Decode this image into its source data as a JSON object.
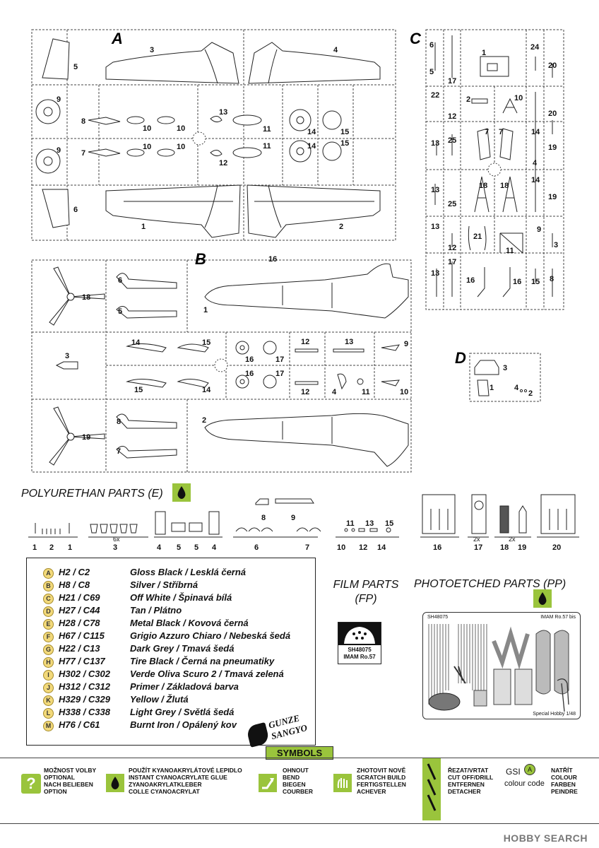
{
  "sprues": {
    "A": {
      "letter": "A",
      "labels": [
        "3",
        "4",
        "5",
        "9",
        "9",
        "8",
        "10",
        "10",
        "13",
        "11",
        "14",
        "15",
        "7",
        "10",
        "10",
        "12",
        "11",
        "14",
        "15",
        "6",
        "1",
        "2"
      ]
    },
    "B": {
      "letter": "B",
      "labels": [
        "16",
        "18",
        "6",
        "5",
        "1",
        "3",
        "14",
        "15",
        "16",
        "17",
        "12",
        "13",
        "9",
        "15",
        "14",
        "16",
        "17",
        "12",
        "4",
        "11",
        "10",
        "19",
        "8",
        "7",
        "2"
      ]
    },
    "C": {
      "letter": "C",
      "labels": [
        "6",
        "5",
        "1",
        "24",
        "20",
        "17",
        "22",
        "2",
        "10",
        "12",
        "20",
        "13",
        "25",
        "7",
        "7",
        "14",
        "19",
        "4",
        "13",
        "25",
        "18",
        "18",
        "14",
        "19",
        "13",
        "12",
        "21",
        "11",
        "9",
        "3",
        "13",
        "17",
        "16",
        "16",
        "15",
        "8"
      ]
    },
    "D": {
      "letter": "D",
      "labels": [
        "3",
        "1",
        "4",
        "2"
      ]
    }
  },
  "polyurethane": {
    "title": "POLYURETHAN PARTS (E)",
    "part_labels": [
      "1",
      "2",
      "1",
      "3",
      "4",
      "5",
      "5",
      "4",
      "6",
      "7",
      "8",
      "9",
      "10",
      "12",
      "14",
      "11",
      "13",
      "15",
      "16",
      "17",
      "18",
      "19",
      "20"
    ],
    "multipliers": [
      "6x",
      "2x",
      "2x"
    ]
  },
  "paints": [
    {
      "letter": "A",
      "code": "H2 / C2",
      "name": "Gloss Black / Lesklá černá"
    },
    {
      "letter": "B",
      "code": "H8 / C8",
      "name": "Silver / Stříbrná"
    },
    {
      "letter": "C",
      "code": "H21 / C69",
      "name": "Off White / Špinavá bílá"
    },
    {
      "letter": "D",
      "code": "H27 / C44",
      "name": "Tan / Plátno"
    },
    {
      "letter": "E",
      "code": "H28 / C78",
      "name": "Metal Black / Kovová černá"
    },
    {
      "letter": "F",
      "code": "H67 / C115",
      "name": "Grigio Azzuro Chiaro / Nebeská šedá"
    },
    {
      "letter": "G",
      "code": "H22 / C13",
      "name": "Dark Grey / Tmavá šedá"
    },
    {
      "letter": "H",
      "code": "H77 / C137",
      "name": "Tire Black / Černá na pneumatiky"
    },
    {
      "letter": "I",
      "code": "H302 / C302",
      "name": "Verde Oliva Scuro 2 / Tmavá zelená"
    },
    {
      "letter": "J",
      "code": "H312 / C312",
      "name": "Primer / Základová barva"
    },
    {
      "letter": "K",
      "code": "H329 / C329",
      "name": "Yellow / Žlutá"
    },
    {
      "letter": "L",
      "code": "H338 / C338",
      "name": "Light Grey / Světlá šedá"
    },
    {
      "letter": "M",
      "code": "H76 / C61",
      "name": "Burnt Iron / Opálený kov"
    }
  ],
  "film": {
    "title_line1": "FILM PARTS",
    "title_line2": "(FP)",
    "sheet_code": "SH48075",
    "sheet_name": "IMAM Ro.57"
  },
  "photoetched": {
    "title": "PHOTOETCHED PARTS (PP)",
    "sheet_code": "SH48075",
    "sheet_name": "IMAM Ro.57 bis",
    "maker": "Special Hobby 1/48"
  },
  "gunze": {
    "line1": "GUNZE",
    "line2": "SANGYO"
  },
  "symbols": {
    "title": "SYMBOLS",
    "items": [
      {
        "text": [
          "MOŽNOST VOLBY",
          "OPTIONAL",
          "NACH BELIEBEN",
          "OPTION"
        ]
      },
      {
        "text": [
          "POUŽÍT KYANOAKRYLÁTOVÉ LEPIDLO",
          "INSTANT CYANOACRYLATE GLUE",
          "ZYANOAKRYLATKLEBER",
          "COLLE CYANOACRYLAT"
        ]
      },
      {
        "text": [
          "OHNOUT",
          "BEND",
          "BIEGEN",
          "COURBER"
        ]
      },
      {
        "text": [
          "ZHOTOVIT NOVĚ",
          "SCRATCH BUILD",
          "FERTIGSTELLEN",
          "ACHEVER"
        ]
      },
      {
        "text": [
          "ŘEZAT/VRTAT",
          "CUT OFF/DRILL",
          "ENTFERNEN",
          "DETACHER"
        ]
      },
      {
        "text": [
          "NATŘÍT",
          "COLOUR",
          "FARBEN",
          "PEINDRE"
        ]
      }
    ],
    "gsi": "GSI",
    "gsi_letter": "A",
    "colour_code": "colour code"
  },
  "footer": "HOBBY SEARCH",
  "colors": {
    "accent_green": "#9ac43c",
    "paint_badge": "#f2d97a",
    "line": "#222222"
  }
}
